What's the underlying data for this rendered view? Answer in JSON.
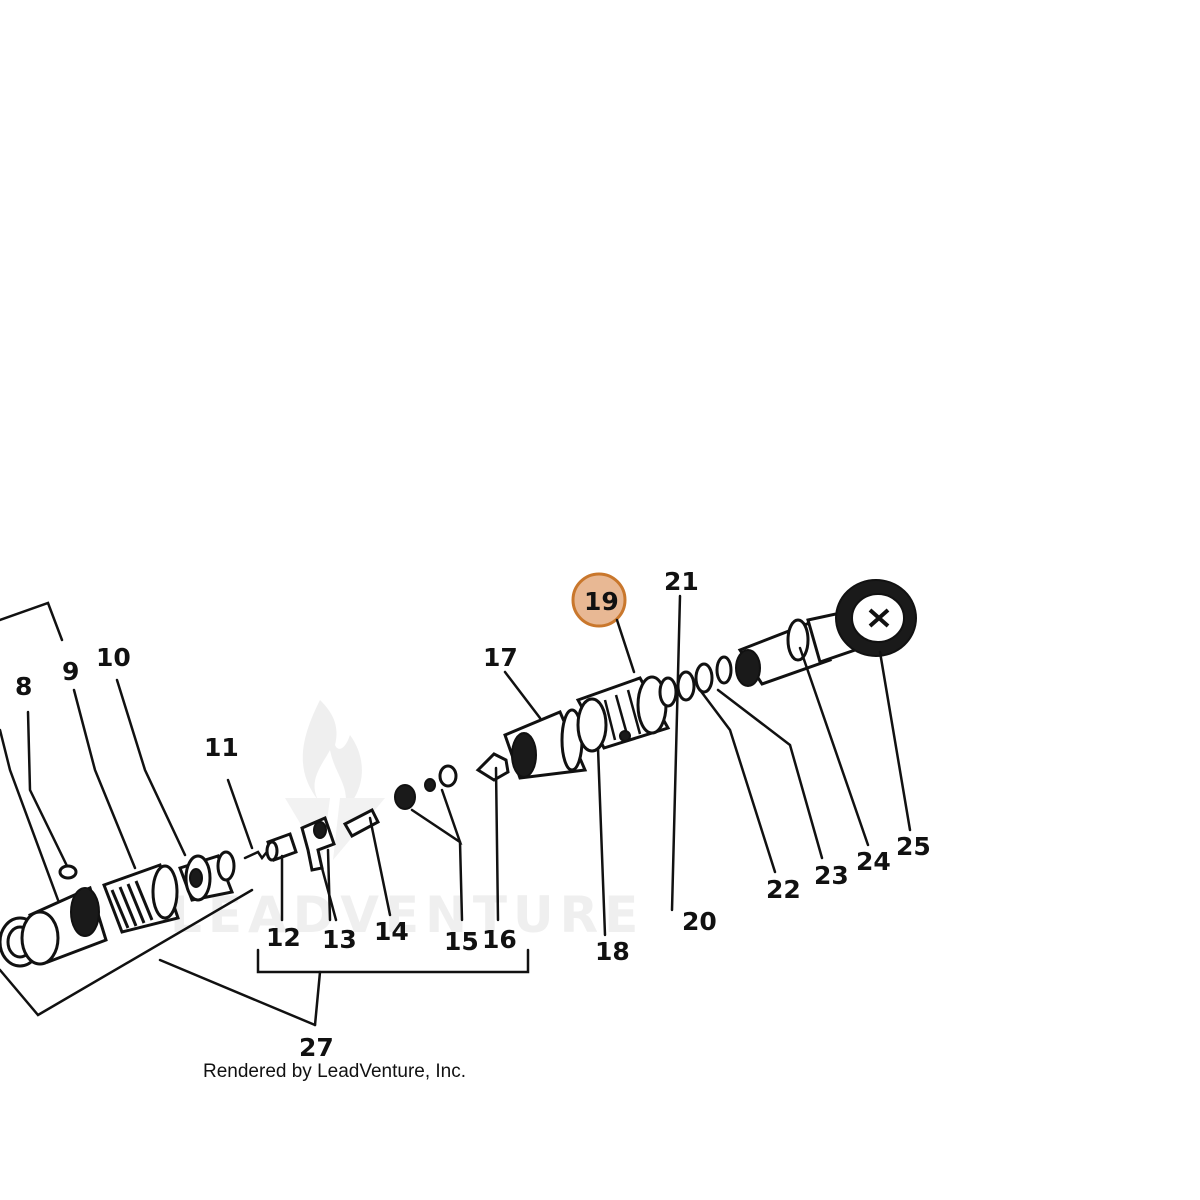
{
  "diagram": {
    "callouts": {
      "n8": "8",
      "n9": "9",
      "n10": "10",
      "n11": "11",
      "n12": "12",
      "n13": "13",
      "n14": "14",
      "n15": "15",
      "n16": "16",
      "n17": "17",
      "n18": "18",
      "n19": "19",
      "n20": "20",
      "n21": "21",
      "n22": "22",
      "n23": "23",
      "n24": "24",
      "n25": "25",
      "n27": "27"
    },
    "highlighted_callout": "19",
    "highlight_color": "#e0a070",
    "credit": "Rendered by LeadVenture, Inc.",
    "watermark": "LEADVENTURE"
  }
}
